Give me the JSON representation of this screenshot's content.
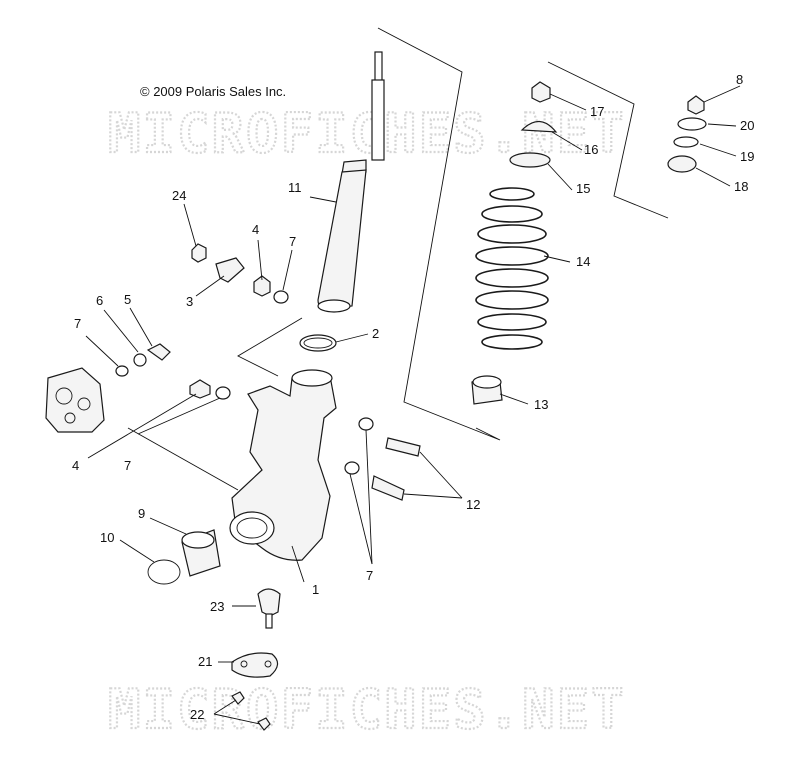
{
  "copyright": "© 2009 Polaris Sales Inc.",
  "watermark_top": "MICROFICHES.NET",
  "watermark_bottom": "MICROFICHES.NET",
  "callouts": {
    "c1": "1",
    "c2": "2",
    "c3": "3",
    "c4a": "4",
    "c4b": "4",
    "c5": "5",
    "c6": "6",
    "c7a": "7",
    "c7b": "7",
    "c7c": "7",
    "c7d": "7",
    "c8": "8",
    "c9": "9",
    "c10": "10",
    "c11": "11",
    "c12": "12",
    "c13": "13",
    "c14": "14",
    "c15": "15",
    "c16": "16",
    "c17": "17",
    "c18": "18",
    "c19": "19",
    "c20": "20",
    "c21": "21",
    "c22": "22",
    "c23": "23",
    "c24": "24"
  }
}
